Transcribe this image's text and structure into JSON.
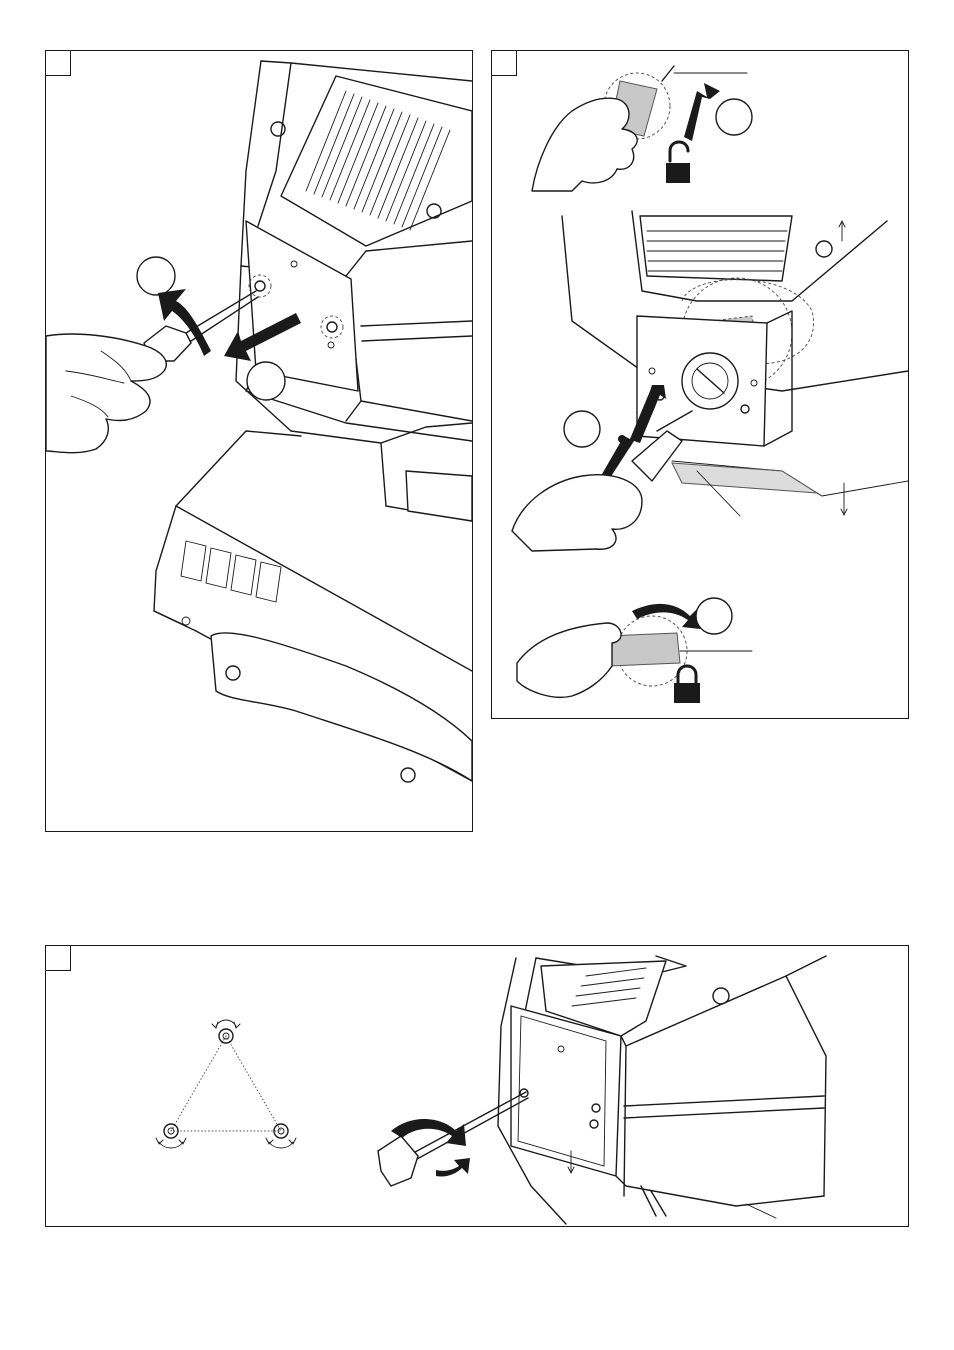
{
  "figure": {
    "panels": [
      {
        "id": "panel-1",
        "step_markers": 2
      },
      {
        "id": "panel-2",
        "step_markers": 3,
        "lock_states": [
          "unlocked",
          "locked"
        ]
      },
      {
        "id": "panel-3",
        "adjuster_markers": 3
      }
    ],
    "icons": [
      "unlock-padlock-icon",
      "lock-padlock-icon",
      "rotation-arrow-icon",
      "direction-arrow-icon"
    ],
    "colors": {
      "line": "#1a1a1a",
      "shade": "#c8c8c8",
      "background": "#ffffff"
    }
  }
}
